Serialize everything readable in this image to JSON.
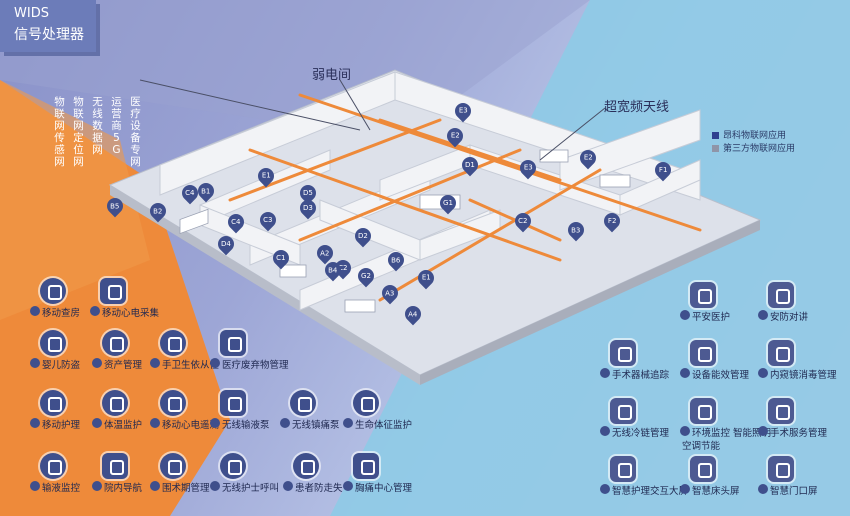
{
  "wids": {
    "line1": "WIDS",
    "line2": "信号处理器"
  },
  "networks": [
    "物联网传感网",
    "物联网定位网",
    "无线数据网",
    "运营商5G",
    "医疗设备专网"
  ],
  "callouts": {
    "weak_room": "弱电间",
    "antenna": "超宽频天线"
  },
  "legend": [
    {
      "label": "昂科物联网应用",
      "color": "#2e3f8f"
    },
    {
      "label": "第三方物联网应用",
      "color": "#8f95a8"
    }
  ],
  "floor_tags": [
    "E3",
    "E2",
    "C4",
    "D5",
    "E1",
    "D1",
    "D3",
    "C2",
    "C3",
    "G1",
    "B5",
    "C4",
    "B1",
    "B2",
    "D4",
    "C1",
    "C2",
    "A3",
    "D2",
    "B4",
    "G2",
    "B6",
    "E2",
    "A4",
    "A2",
    "E1",
    "E3",
    "F1",
    "F2",
    "B3"
  ],
  "left_items": [
    {
      "label": "移动查房"
    },
    {
      "label": "移动心电采集"
    },
    {
      "label": "婴儿防盗"
    },
    {
      "label": "资产管理"
    },
    {
      "label": "手卫生依从性"
    },
    {
      "label": "医疗废弃物管理"
    },
    {
      "label": "移动护理"
    },
    {
      "label": "体温监护"
    },
    {
      "label": "移动心电遥测"
    },
    {
      "label": "无线输液泵"
    },
    {
      "label": "无线镇痛泵"
    },
    {
      "label": "生命体征监护"
    },
    {
      "label": "输液监控"
    },
    {
      "label": "院内导航"
    },
    {
      "label": "围术期管理"
    },
    {
      "label": "无线护士呼叫"
    },
    {
      "label": "患者防走失"
    },
    {
      "label": "胸痛中心管理"
    }
  ],
  "right_items": [
    {
      "label": "平安医护"
    },
    {
      "label": "安防对讲"
    },
    {
      "label": "手术器械追踪"
    },
    {
      "label": "设备能效管理"
    },
    {
      "label": "内窥镜消毒管理"
    },
    {
      "label": "无线冷链管理"
    },
    {
      "label": "环境监控 智能照明"
    },
    {
      "label": "手术服务管理"
    },
    {
      "label": "空调节能"
    },
    {
      "label": "智慧护理交互大屏"
    },
    {
      "label": "智慧床头屏"
    },
    {
      "label": "智慧门口屏"
    }
  ],
  "colors": {
    "accent_orange": "#ee8a3a",
    "navy": "#3f4f8c",
    "floor": "#dde1ea",
    "wall": "#f2f3f6"
  }
}
